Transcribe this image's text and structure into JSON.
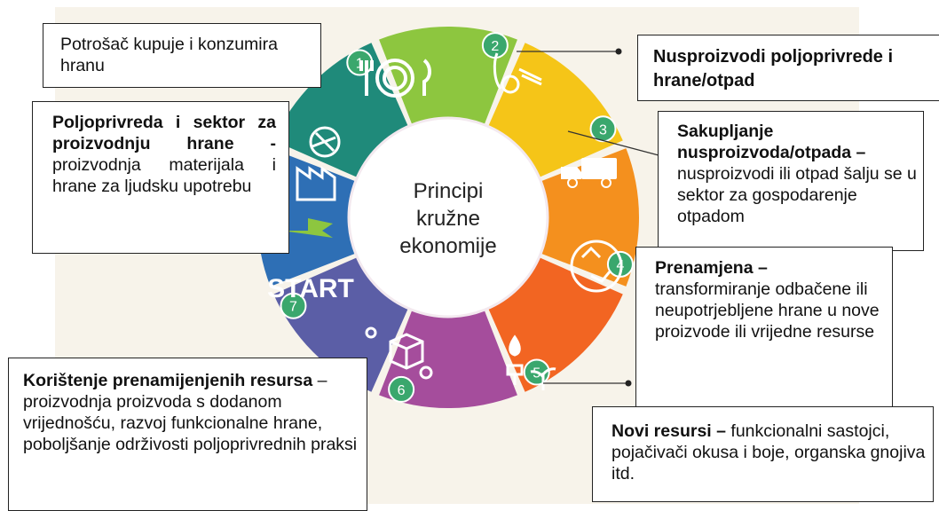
{
  "center": {
    "line1": "Principi",
    "line2": "kružne",
    "line3": "ekonomije"
  },
  "start_label": "START",
  "segments": [
    {
      "number": "1",
      "color": "#1f8a7a",
      "icon": "farm-factory-icon"
    },
    {
      "number": "2",
      "color": "#8dc63f",
      "icon": "plate-cutlery-icon"
    },
    {
      "number": "3",
      "color": "#f5c518",
      "icon": "food-scraps-icon"
    },
    {
      "number": "4",
      "color": "#f4901e",
      "icon": "recycling-truck-icon"
    },
    {
      "number": "5",
      "color": "#f26522",
      "icon": "recycle-arrows-icon"
    },
    {
      "number": "6",
      "color": "#a54d9c",
      "icon": "water-energy-plant-icon"
    },
    {
      "number": "7",
      "color": "#5b5ea6",
      "icon": "box-gear-icon"
    },
    {
      "number": "",
      "color": "#2e6fb5",
      "icon": "start-flag-icon"
    }
  ],
  "boxes": {
    "consumer": {
      "text": "Potrošač kupuje i konzumira hranu"
    },
    "agriculture": {
      "title": "Poljoprivreda i sektor za proizvodnju hrane",
      "dash": " - ",
      "text": "proizvodnja materijala i hrane za ljudsku upotrebu"
    },
    "byproducts": {
      "title": "Nusproizvodi poljoprivrede i hrane/otpad"
    },
    "collection": {
      "title": "Sakupljanje nusproizvoda/otpada",
      "dash": " – ",
      "text": "nusproizvodi ili otpad šalju se u sektor za gospodarenje otpadom"
    },
    "repurpose": {
      "title": "Prenamjena –",
      "text": "transformiranje odbačene ili neupotrjebljene hrane u nove proizvode ili vrijedne resurse"
    },
    "new_resources": {
      "title": "Novi resursi – ",
      "text": "funkcionalni sastojci, pojačivači okusa i boje, organska gnojiva itd."
    },
    "usage": {
      "title": "Korištenje prenamijenjenih resursa",
      "text": " – proizvodnja proizvoda s dodanom vrijednošću, razvoj funkcionalne hrane, poboljšanje održivosti  poljoprivrednih praksi"
    }
  }
}
